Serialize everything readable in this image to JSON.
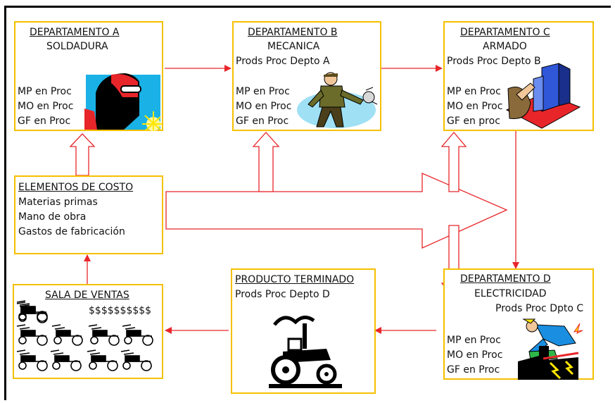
{
  "colors": {
    "box_border": "#f5c000",
    "arrow": "#e8262a",
    "text": "#111111"
  },
  "dept_a": {
    "title": "DEPARTAMENTO A",
    "subtitle": "SOLDADURA",
    "lines": [
      "MP en Proc",
      "MO en Proc",
      "GF en Proc"
    ],
    "icon": "welder-icon"
  },
  "dept_b": {
    "title": "DEPARTAMENTO B",
    "subtitle": "MECANICA",
    "input": "Prods Proc Depto A",
    "lines": [
      "MP en Proc",
      "MO en Proc",
      "GF en Proc"
    ],
    "icon": "mechanic-icon"
  },
  "dept_c": {
    "title": "DEPARTAMENTO C",
    "subtitle": "ARMADO",
    "input": "Prods Proc Depto B",
    "lines": [
      "MP en Proc",
      "MO en Proc",
      "GF en proc"
    ],
    "icon": "assembly-building-icon"
  },
  "elementos": {
    "title": "ELEMENTOS DE COSTO",
    "lines": [
      "Materias primas",
      "Mano de obra",
      "Gastos de fabricación"
    ]
  },
  "sala": {
    "title": "SALA DE VENTAS",
    "money": "$$$$$$$$$$",
    "icon": "tractor-group-icon"
  },
  "producto": {
    "title": "PRODUCTO TERMINADO",
    "input": "Prods Proc Depto D",
    "icon": "tractor-icon"
  },
  "dept_d": {
    "title": "DEPARTAMENTO D",
    "subtitle": "ELECTRICIDAD",
    "input": "Prods Proc Dpto C",
    "lines": [
      "MP en Proc",
      "MO en Proc",
      "GF en Proc"
    ],
    "icon": "electrician-icon"
  }
}
